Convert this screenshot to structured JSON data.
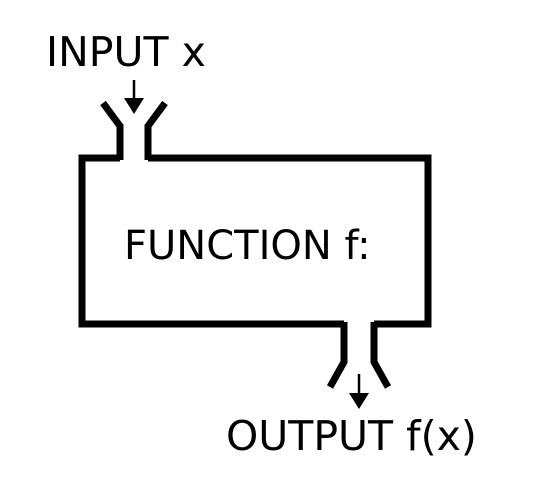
{
  "input": {
    "label": "INPUT x"
  },
  "function": {
    "label": "FUNCTION f:"
  },
  "output": {
    "label": "OUTPUT f(x)"
  },
  "colors": {
    "stroke": "#000000",
    "background": "#ffffff"
  }
}
